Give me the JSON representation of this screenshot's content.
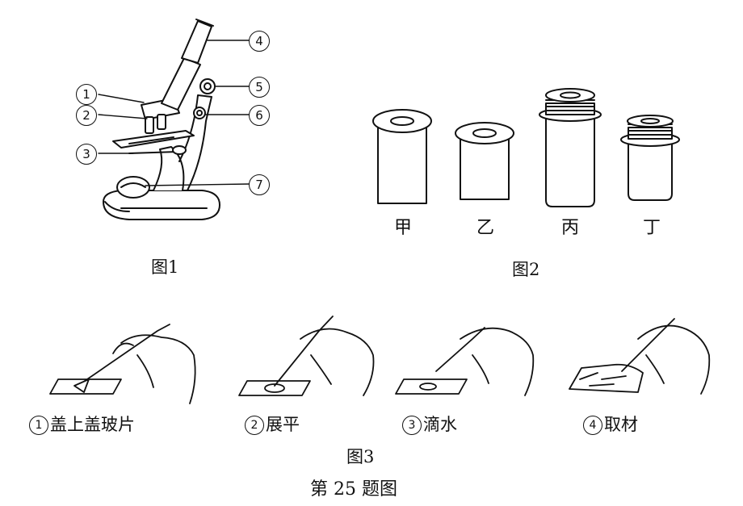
{
  "fig1": {
    "caption": "图1",
    "labels": {
      "l1": "1",
      "l2": "2",
      "l3": "3",
      "l4": "4",
      "l5": "5",
      "l6": "6",
      "l7": "7"
    }
  },
  "fig2": {
    "caption": "图2",
    "lenses": [
      "甲",
      "乙",
      "丙",
      "丁"
    ]
  },
  "fig3": {
    "caption": "图3",
    "steps": [
      {
        "num": "1",
        "label": "盖上盖玻片"
      },
      {
        "num": "2",
        "label": "展平"
      },
      {
        "num": "3",
        "label": "滴水"
      },
      {
        "num": "4",
        "label": "取材"
      }
    ]
  },
  "title": "第 25 题图"
}
